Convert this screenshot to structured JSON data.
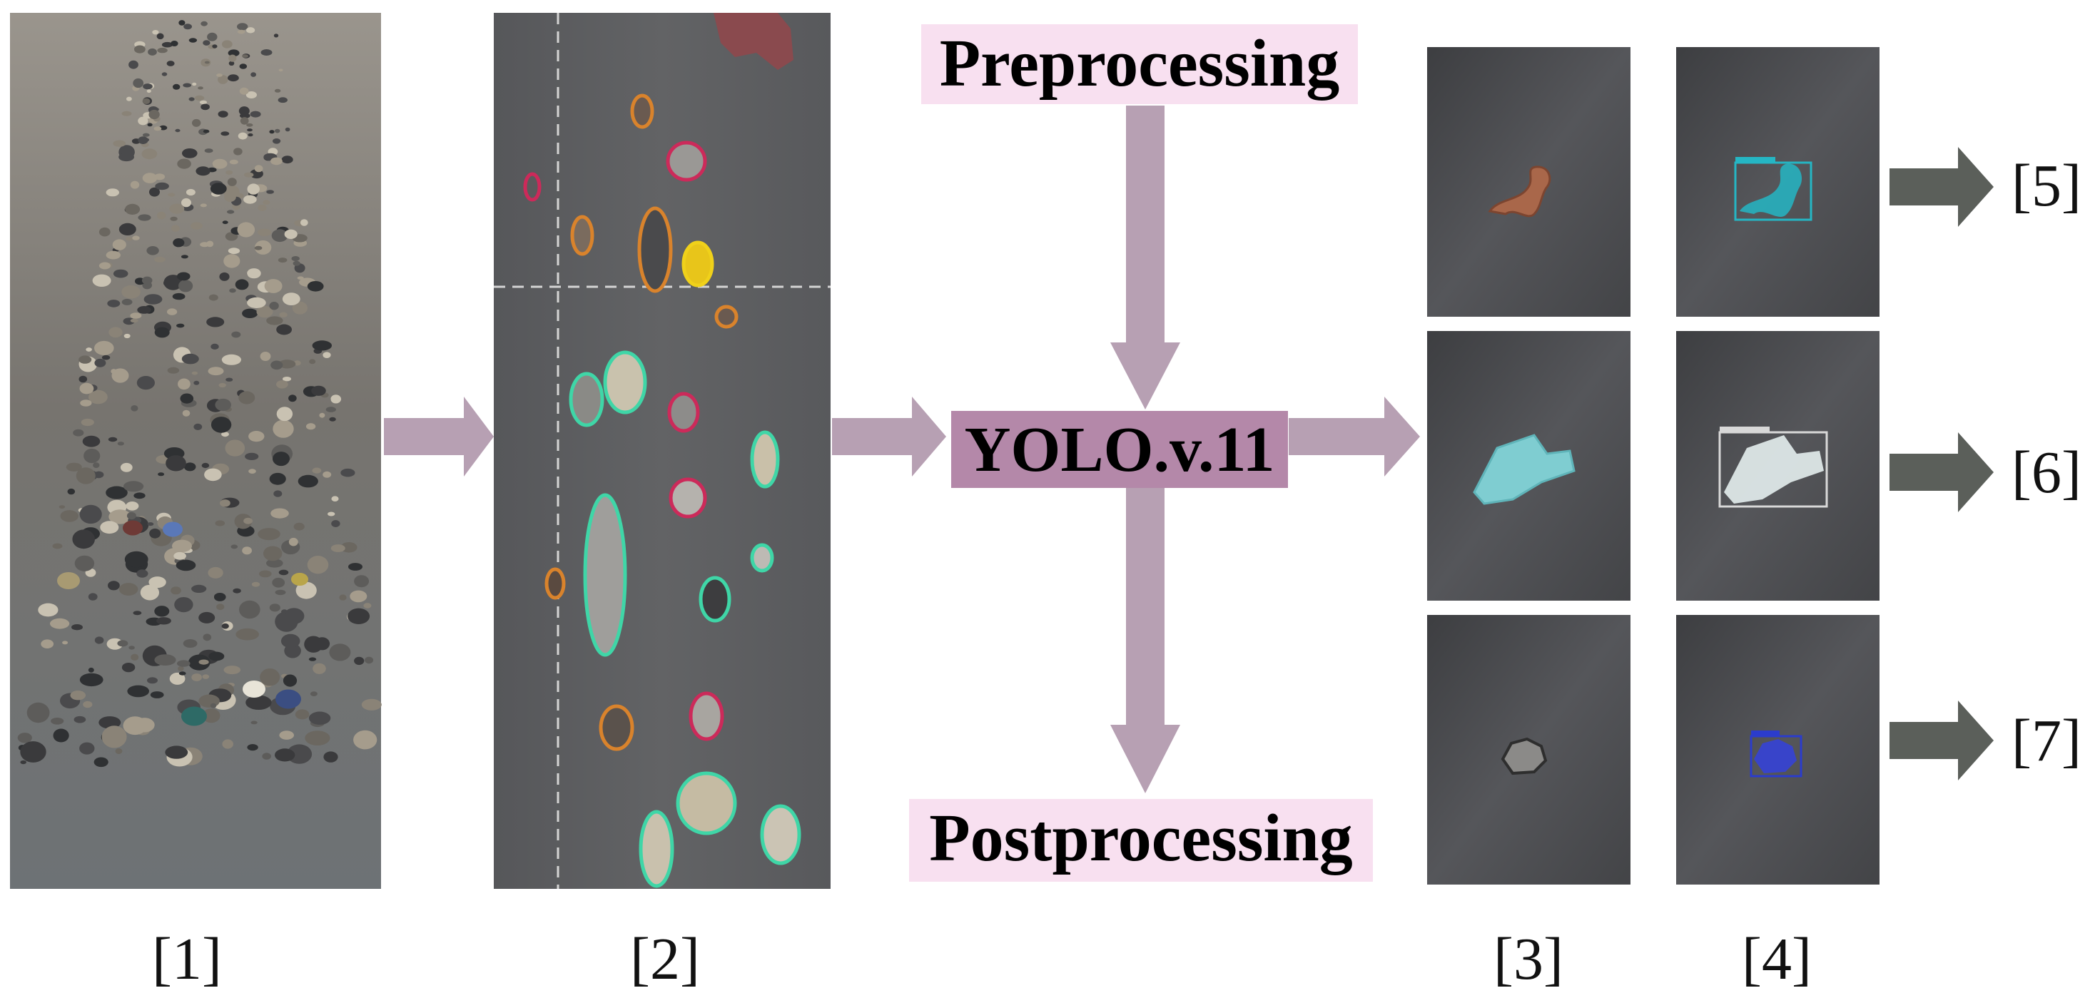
{
  "stages": {
    "pre": "Preprocessing",
    "yolo": "YOLO.v.11",
    "post": "Postprocessing"
  },
  "labels": {
    "l1": "[1]",
    "l2": "[2]",
    "l3": "[3]",
    "l4": "[4]",
    "l5": "[5]",
    "l6": "[6]",
    "l7": "[7]"
  },
  "colors": {
    "flow_arrow": "#b7a0b3",
    "output_arrow": "#5b5f5a",
    "stage_bg": "#f8e0f0",
    "yolo_bg": "#b488a9",
    "belt": "#5c5d5f",
    "mask_red": "#cc2a5a",
    "mask_orange": "#d9832c",
    "mask_green": "#3fd6a7",
    "mask_yellow": "#f0d11a",
    "detect_cyan": "#25b6c4",
    "detect_white": "#d8d8d8",
    "detect_blue": "#2b3ccc"
  },
  "icons": {
    "image_1": "conveyor-belt-photo",
    "image_2": "segmented-belt-photo",
    "image_3": "single-object-crops",
    "image_4": "detected-object-crops"
  }
}
